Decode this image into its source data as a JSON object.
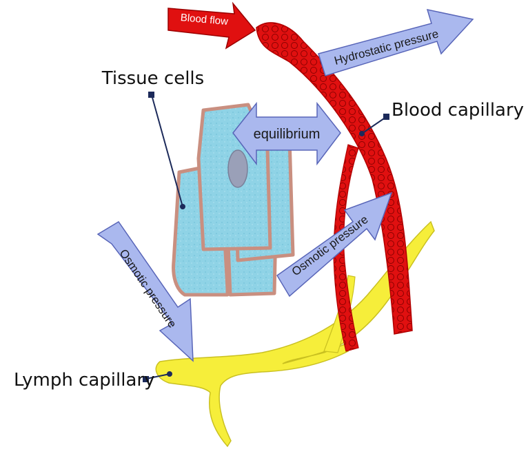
{
  "labels": {
    "tissue_cells": "Tissue cells",
    "blood_capillary": "Blood capillary",
    "lymph_capillary": "Lymph capillary"
  },
  "arrows": {
    "blood_flow": "Blood flow",
    "hydrostatic_pressure": "Hydrostatic pressure",
    "equilibrium": "equilibrium",
    "osmotic_pressure_right": "Osmotic pressure",
    "osmotic_pressure_left": "Osmotic pressure"
  },
  "colors": {
    "blood_capillary": "#e01010",
    "lymph_capillary": "#f6ee3a",
    "tissue_cell_fill": "#8fd3e6",
    "tissue_cell_border": "#c98f80",
    "arrow_fill": "#aab8ee",
    "arrow_stroke": "#5865b8",
    "blood_flow_arrow": "#e01010",
    "leader_line": "#1c2a5a"
  }
}
